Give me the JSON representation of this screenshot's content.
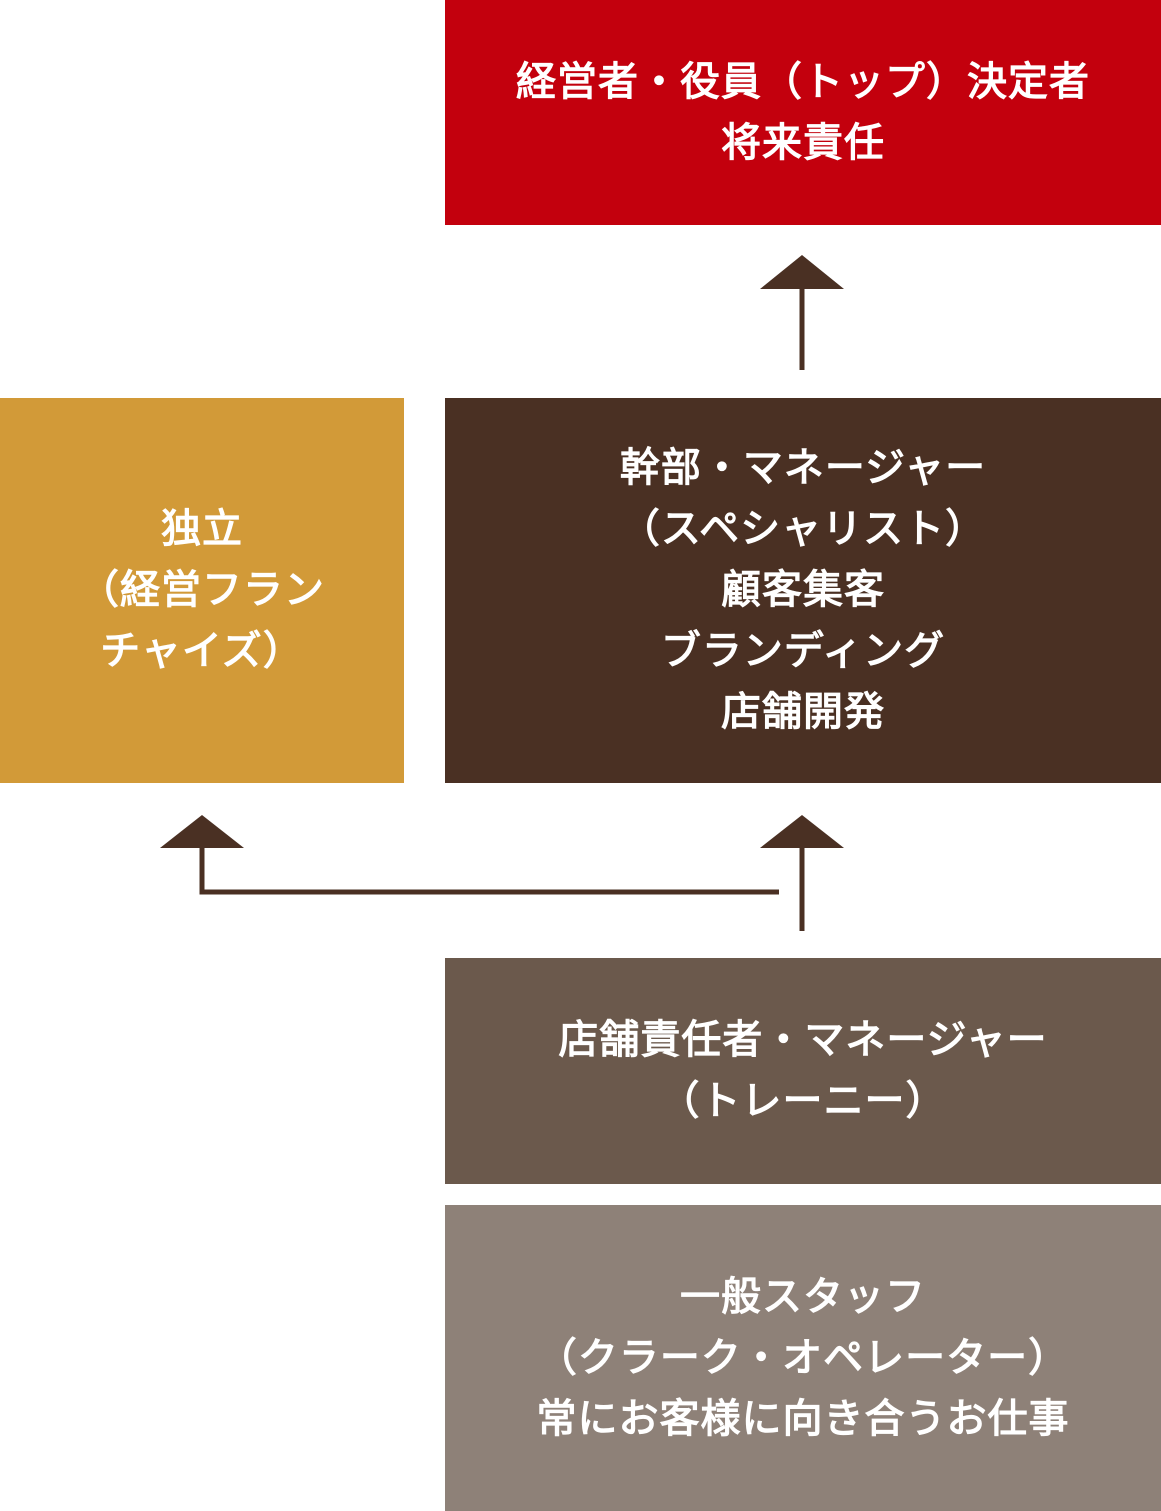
{
  "colors": {
    "top": "#c3000d",
    "independent": "#d29a38",
    "executive": "#4a3023",
    "store": "#6b594c",
    "staff": "#8e8178",
    "arrow": "#4a3023"
  },
  "boxes": {
    "top": {
      "lines": [
        "経営者・役員（トップ）決定者",
        "将来責任"
      ]
    },
    "independent": {
      "lines": [
        "独立",
        "（経営フラン",
        "チャイズ）"
      ]
    },
    "executive": {
      "lines": [
        "幹部・マネージャー",
        "（スペシャリスト）",
        "顧客集客",
        "ブランディング",
        "店舗開発"
      ]
    },
    "store": {
      "lines": [
        "店舗責任者・マネージャー",
        "（トレーニー）"
      ]
    },
    "staff": {
      "lines": [
        "一般スタッフ",
        "（クラーク・オペレーター）",
        "常にお客様に向き合うお仕事"
      ]
    }
  }
}
